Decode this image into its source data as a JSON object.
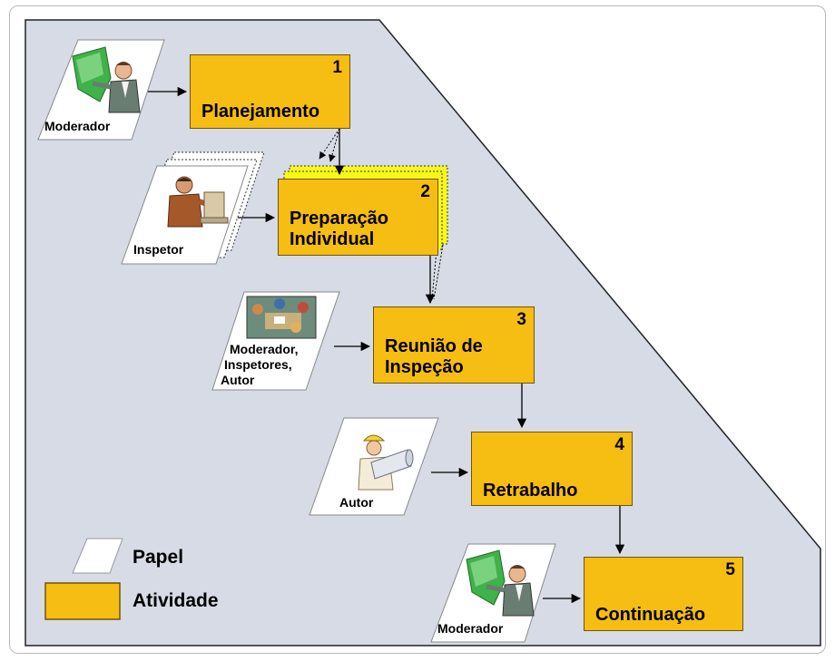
{
  "roles": {
    "moderador_1": "Moderador",
    "inspetor": "Inspetor",
    "reuniao_line1": "Moderador,",
    "reuniao_line2": "Inspetores,",
    "reuniao_line3": "Autor",
    "autor": "Autor",
    "moderador_2": "Moderador"
  },
  "activities": [
    {
      "number": "1",
      "label": "Planejamento"
    },
    {
      "number": "2",
      "label_line1": "Preparação",
      "label_line2": "Individual"
    },
    {
      "number": "3",
      "label_line1": "Reunião de",
      "label_line2": "Inspeção"
    },
    {
      "number": "4",
      "label": "Retrabalho"
    },
    {
      "number": "5",
      "label": "Continuação"
    }
  ],
  "legend": {
    "paper": "Papel",
    "activity": "Atividade"
  },
  "icons": {
    "moderator": "teacher-at-board-icon",
    "inspector": "person-at-computer-icon",
    "meeting": "meeting-photo-icon",
    "author": "worker-with-blueprints-icon"
  },
  "colors": {
    "background_panel": "#d6dbe5",
    "activity": "#f6bd12",
    "stacked_copies": "#f7f71a",
    "paper": "#ffffff"
  }
}
